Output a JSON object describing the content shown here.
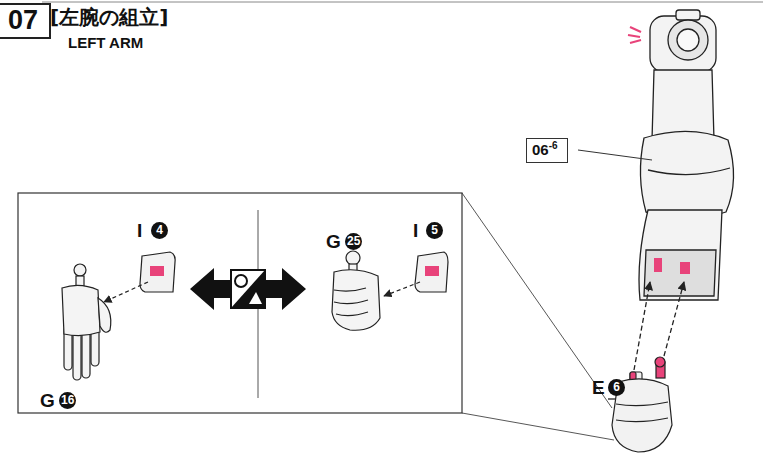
{
  "diagram": {
    "title": "[左腕の組立]",
    "nodes": [
      {
        "text": [
          "07"
        ]
      },
      {
        "text": [
          "06",
          "-6"
        ]
      }
    ],
    "labels": [
      "LEFT ARM",
      "I",
      "4",
      "G",
      "16",
      "G",
      "25",
      "I",
      "5",
      "E",
      "6"
    ]
  }
}
